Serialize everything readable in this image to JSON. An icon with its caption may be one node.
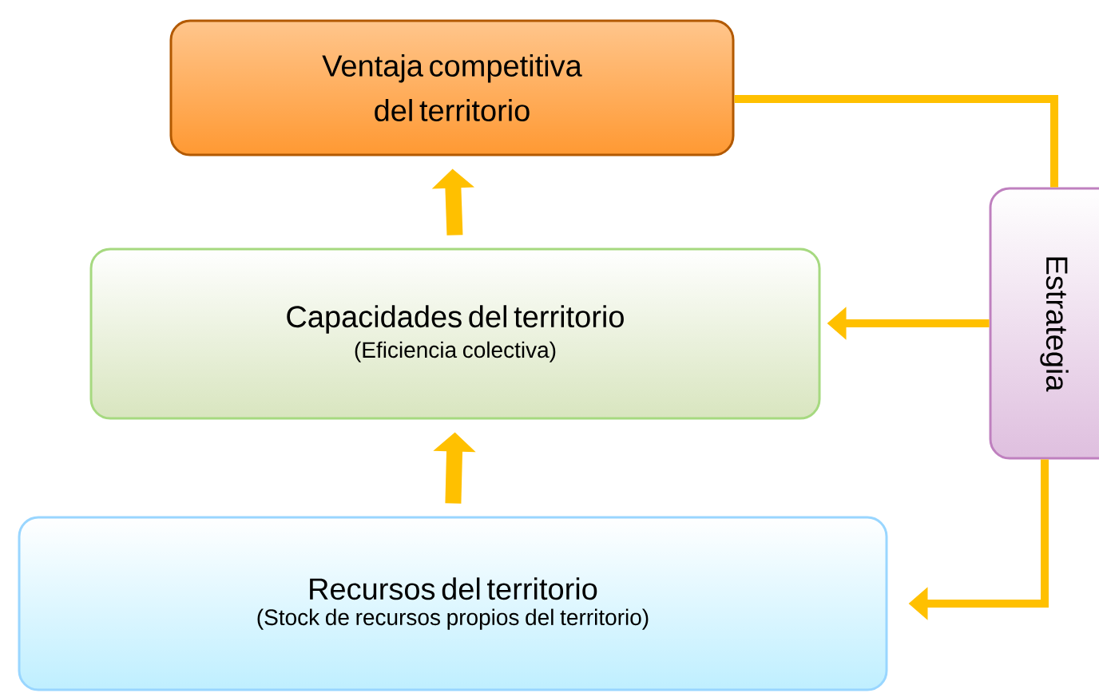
{
  "diagram": {
    "nodes": [
      {
        "text": [
          "Ventaja competitiva del territorio"
        ]
      },
      {
        "text": [
          "Capacidades del territorio",
          "(Eficiencia colectiva)"
        ]
      },
      {
        "text": [
          "Recursos del territorio",
          "(Stock de recursos propios del territorio)"
        ]
      },
      {
        "text": [
          "Estrategia"
        ]
      }
    ],
    "edges": [
      {
        "from": 1,
        "to": 0,
        "arrow": "to",
        "style": "thick"
      },
      {
        "from": 2,
        "to": 1,
        "arrow": "to",
        "style": "thick"
      },
      {
        "from": 0,
        "to": 3,
        "arrow": "none"
      },
      {
        "from": 3,
        "to": 1,
        "arrow": "to"
      },
      {
        "from": 3,
        "to": 2,
        "arrow": "to"
      }
    ]
  }
}
